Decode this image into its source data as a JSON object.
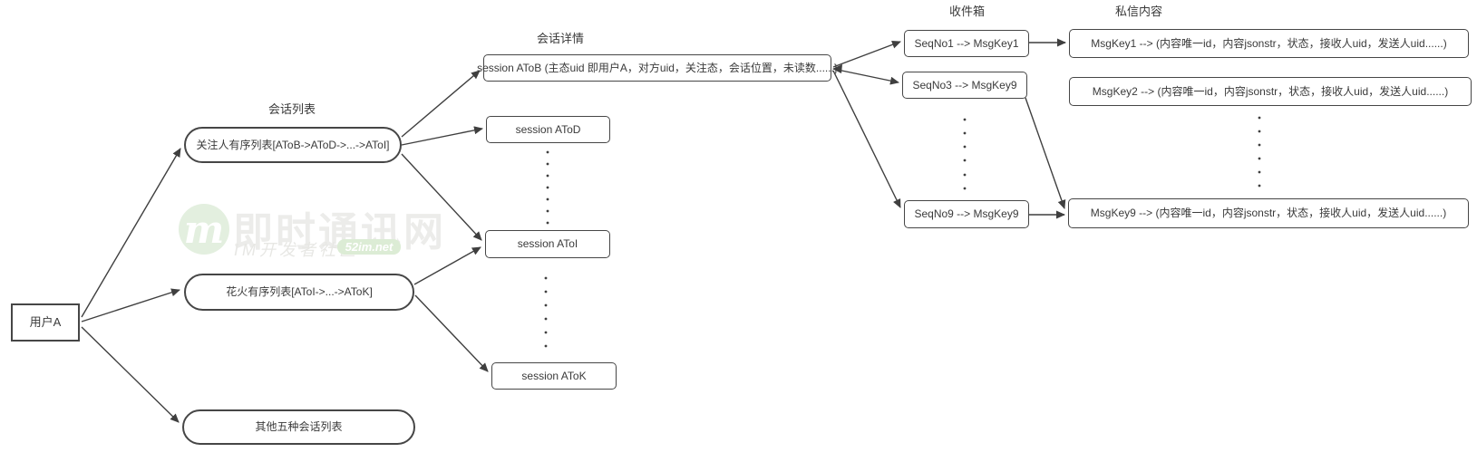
{
  "labels": {
    "session_list": "会话列表",
    "session_detail": "会话详情",
    "inbox": "收件箱",
    "private_message": "私信内容"
  },
  "nodes": {
    "user_a": "用户A",
    "follow_sorted_list": "关注人有序列表[AToB->AToD->...->AToI]",
    "huahuo_sorted_list": "花火有序列表[AToI->...->AToK]",
    "other_five_lists": "其他五种会话列表",
    "session_atob": "session AToB (主态uid 即用户A，对方uid，关注态，会话位置，未读数......}",
    "session_atod": "session AToD",
    "session_atoi": "session AToI",
    "session_atok": "session AToK",
    "seqno1": "SeqNo1 --> MsgKey1",
    "seqno3": "SeqNo3 --> MsgKey9",
    "seqno9": "SeqNo9 --> MsgKey9",
    "msgkey1": "MsgKey1 --> (内容唯一id，内容jsonstr，状态，接收人uid，发送人uid......)",
    "msgkey2": "MsgKey2 --> (内容唯一id，内容jsonstr，状态，接收人uid，发送人uid......)",
    "msgkey9": "MsgKey9 --> (内容唯一id，内容jsonstr，状态，接收人uid，发送人uid......)"
  },
  "watermark": {
    "logo_letter": "m",
    "site_name": "即时通讯网",
    "subtitle": "IM开发者社区",
    "badge": "52im.net"
  },
  "colors": {
    "line": "#3f3f3f",
    "box_border": "#464646",
    "text": "#3a3a3a",
    "watermark_green": "#dcecd5",
    "watermark_text": "#ececea"
  }
}
